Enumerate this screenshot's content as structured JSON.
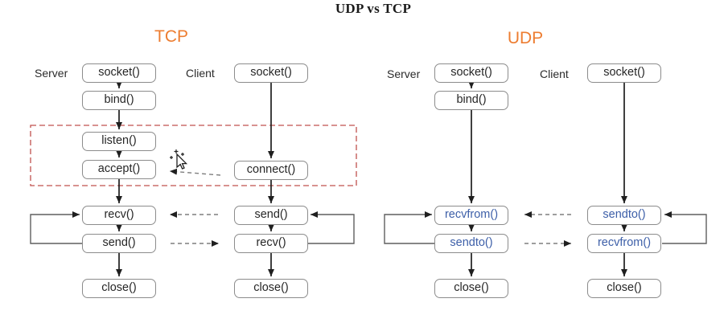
{
  "title": "UDP vs TCP",
  "colors": {
    "accent_orange": "#ED7D31",
    "udp_call_blue": "#3D5FA8",
    "handshake_box_red": "#C0504D",
    "node_border_gray": "#8C8C8C",
    "arrow_black": "#1f1f1f",
    "loop_gray": "#5f5f5f",
    "dashed_gray": "#7f7f7f"
  },
  "icons": {
    "cursor": "mouse-cursor-with-sparkles"
  },
  "tcp": {
    "header": "TCP",
    "server": {
      "label": "Server",
      "steps": [
        "socket()",
        "bind()",
        "listen()",
        "accept()",
        "recv()",
        "send()",
        "close()"
      ]
    },
    "client": {
      "label": "Client",
      "steps": [
        "socket()",
        "connect()",
        "send()",
        "recv()",
        "close()"
      ]
    }
  },
  "udp": {
    "header": "UDP",
    "server": {
      "label": "Server",
      "steps": [
        "socket()",
        "bind()",
        "recvfrom()",
        "sendto()",
        "close()"
      ]
    },
    "client": {
      "label": "Client",
      "steps": [
        "socket()",
        "sendto()",
        "recvfrom()",
        "close()"
      ]
    }
  }
}
